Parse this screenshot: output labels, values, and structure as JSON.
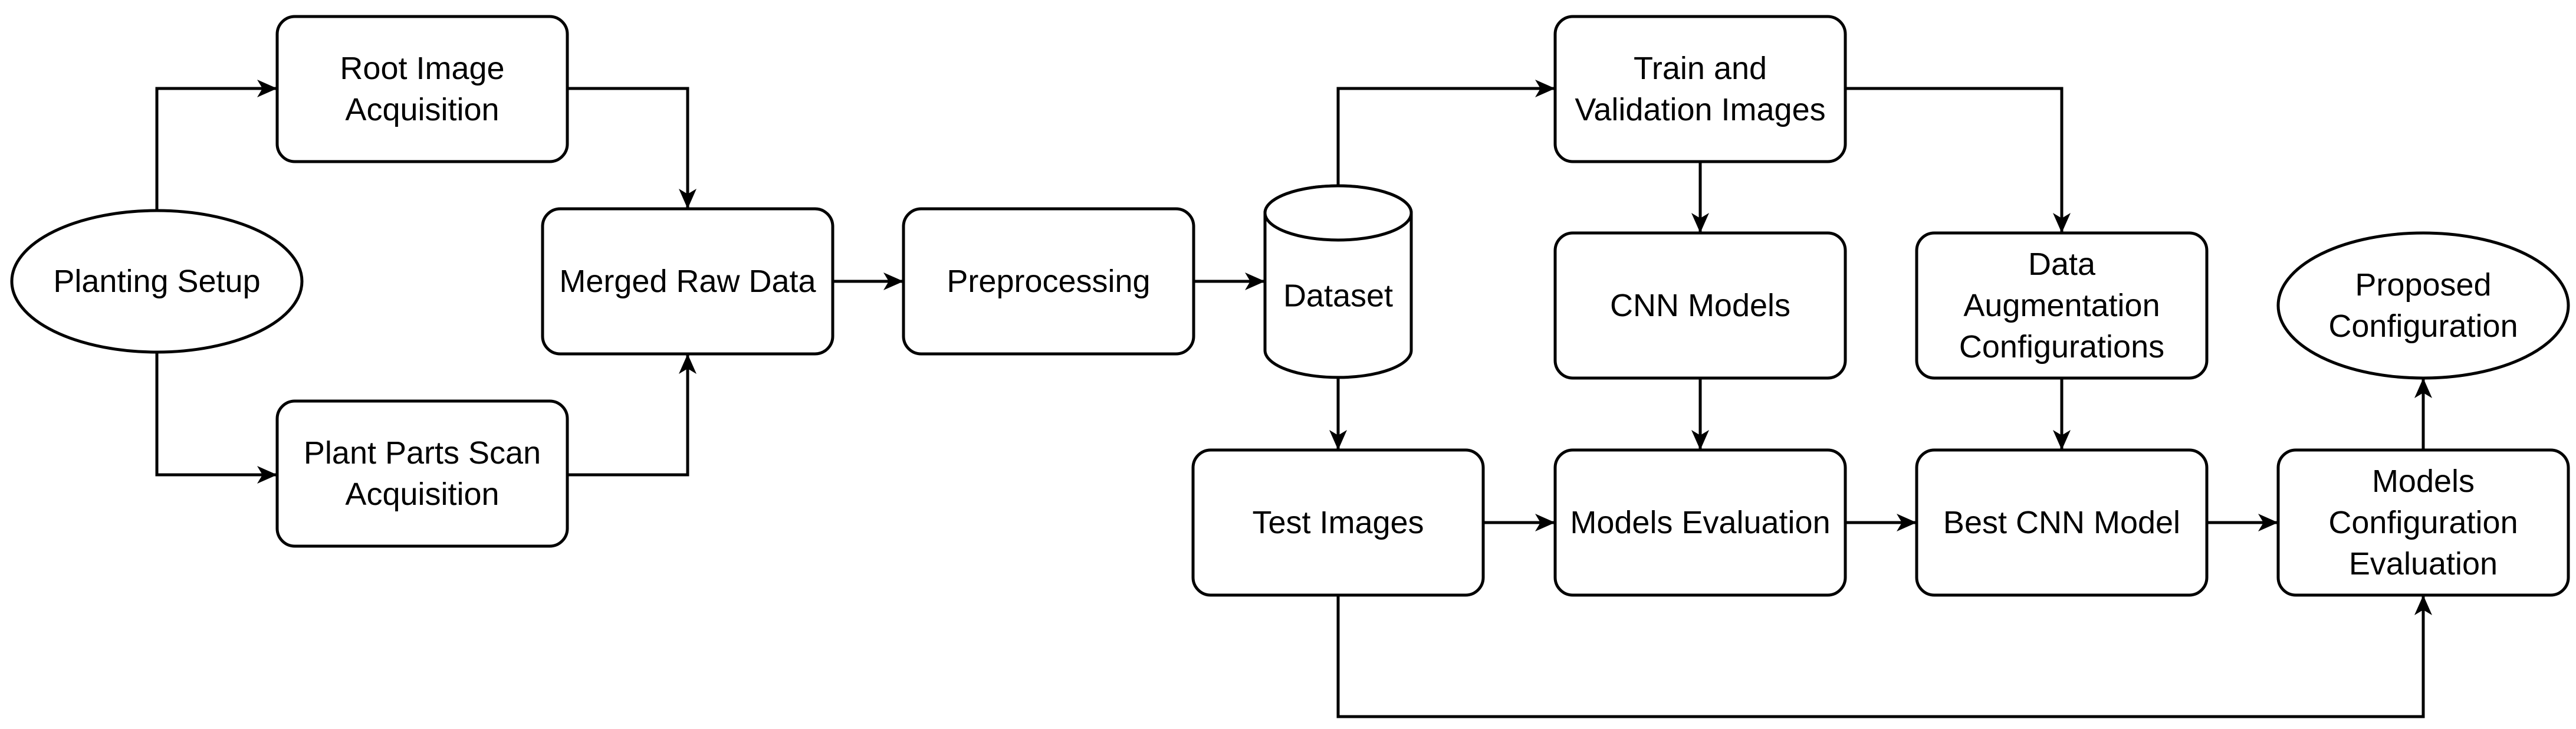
{
  "diagram": {
    "type": "flowchart",
    "colors": {
      "stroke": "#000000",
      "fill": "#ffffff",
      "text": "#000000",
      "background": "#ffffff"
    },
    "nodes": [
      {
        "id": "planting-setup",
        "shape": "ellipse",
        "lines": [
          "Planting Setup"
        ]
      },
      {
        "id": "root-image-acquisition",
        "shape": "rounded-rect",
        "lines": [
          "Root Image",
          "Acquisition"
        ]
      },
      {
        "id": "plant-parts-scan-acquisition",
        "shape": "rounded-rect",
        "lines": [
          "Plant Parts Scan",
          "Acquisition"
        ]
      },
      {
        "id": "merged-raw-data",
        "shape": "rounded-rect",
        "lines": [
          "Merged Raw Data"
        ]
      },
      {
        "id": "preprocessing",
        "shape": "rounded-rect",
        "lines": [
          "Preprocessing"
        ]
      },
      {
        "id": "dataset",
        "shape": "cylinder",
        "lines": [
          "Dataset"
        ]
      },
      {
        "id": "train-validation-images",
        "shape": "rounded-rect",
        "lines": [
          "Train and",
          "Validation Images"
        ]
      },
      {
        "id": "test-images",
        "shape": "rounded-rect",
        "lines": [
          "Test Images"
        ]
      },
      {
        "id": "cnn-models",
        "shape": "rounded-rect",
        "lines": [
          "CNN Models"
        ]
      },
      {
        "id": "models-evaluation",
        "shape": "rounded-rect",
        "lines": [
          "Models Evaluation"
        ]
      },
      {
        "id": "data-augmentation-configurations",
        "shape": "rounded-rect",
        "lines": [
          "Data",
          "Augmentation",
          "Configurations"
        ]
      },
      {
        "id": "best-cnn-model",
        "shape": "rounded-rect",
        "lines": [
          "Best CNN Model"
        ]
      },
      {
        "id": "models-configuration-evaluation",
        "shape": "rounded-rect",
        "lines": [
          "Models",
          "Configuration",
          "Evaluation"
        ]
      },
      {
        "id": "proposed-configuration",
        "shape": "ellipse",
        "lines": [
          "Proposed",
          "Configuration"
        ]
      }
    ],
    "edges": [
      {
        "from": "planting-setup",
        "to": "root-image-acquisition"
      },
      {
        "from": "planting-setup",
        "to": "plant-parts-scan-acquisition"
      },
      {
        "from": "root-image-acquisition",
        "to": "merged-raw-data"
      },
      {
        "from": "plant-parts-scan-acquisition",
        "to": "merged-raw-data"
      },
      {
        "from": "merged-raw-data",
        "to": "preprocessing"
      },
      {
        "from": "preprocessing",
        "to": "dataset"
      },
      {
        "from": "dataset",
        "to": "train-validation-images"
      },
      {
        "from": "dataset",
        "to": "test-images"
      },
      {
        "from": "train-validation-images",
        "to": "cnn-models"
      },
      {
        "from": "train-validation-images",
        "to": "data-augmentation-configurations"
      },
      {
        "from": "cnn-models",
        "to": "models-evaluation"
      },
      {
        "from": "test-images",
        "to": "models-evaluation"
      },
      {
        "from": "models-evaluation",
        "to": "best-cnn-model"
      },
      {
        "from": "data-augmentation-configurations",
        "to": "best-cnn-model"
      },
      {
        "from": "best-cnn-model",
        "to": "models-configuration-evaluation"
      },
      {
        "from": "test-images",
        "to": "models-configuration-evaluation"
      },
      {
        "from": "models-configuration-evaluation",
        "to": "proposed-configuration"
      }
    ]
  }
}
